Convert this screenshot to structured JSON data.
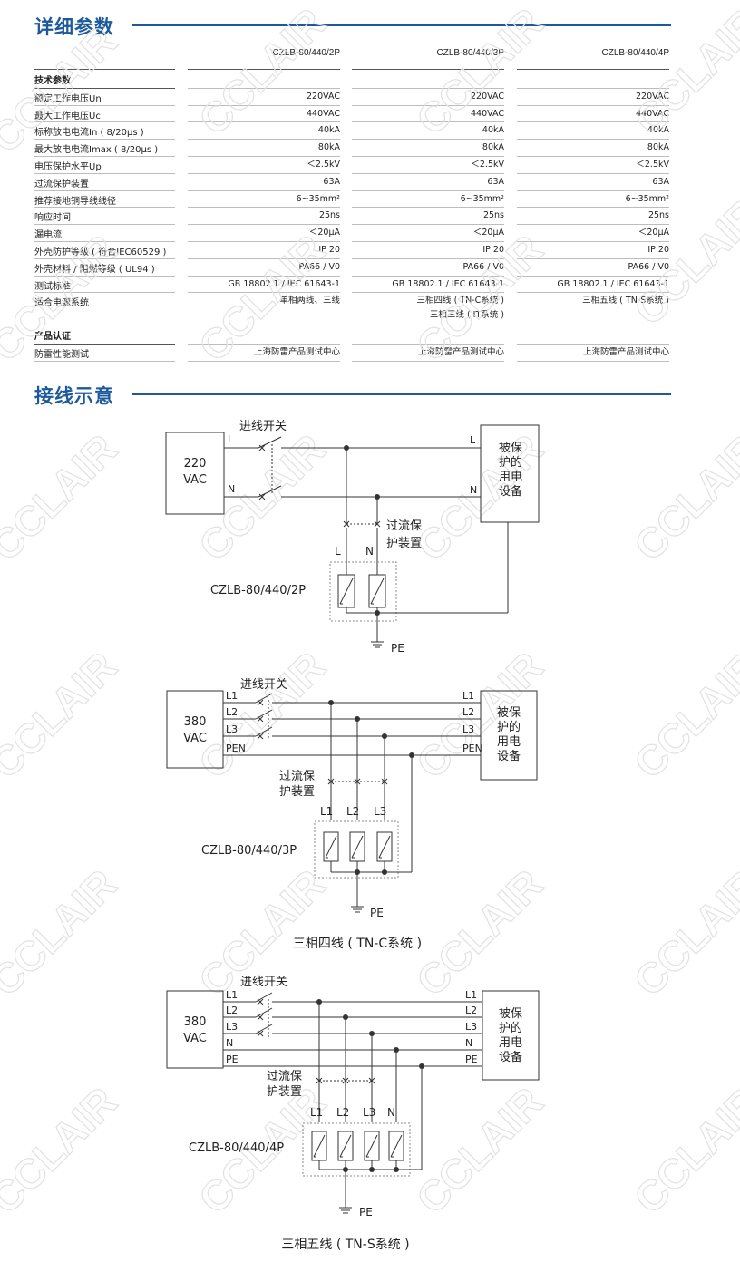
{
  "watermark": "CCLAIR",
  "section1": {
    "title": "详细参数"
  },
  "section2": {
    "title": "接线示意"
  },
  "columns": [
    "CZLB-80/440/2P",
    "CZLB-80/440/3P",
    "CZLB-80/440/4P"
  ],
  "groups": [
    {
      "heading": "技术参数",
      "rows": [
        {
          "label": "额定工作电压Un",
          "values": [
            "220VAC",
            "220VAC",
            "220VAC"
          ]
        },
        {
          "label": "最大工作电压Uc",
          "values": [
            "440VAC",
            "440VAC",
            "440VAC"
          ]
        },
        {
          "label": "标称放电电流In ( 8/20μs )",
          "values": [
            "40kA",
            "40kA",
            "40kA"
          ]
        },
        {
          "label": "最大放电电流Imax ( 8/20μs )",
          "values": [
            "80kA",
            "80kA",
            "80kA"
          ]
        },
        {
          "label": "电压保护水平Up",
          "values": [
            "＜2.5kV",
            "＜2.5kV",
            "＜2.5kV"
          ]
        },
        {
          "label": "过流保护装置",
          "values": [
            "63A",
            "63A",
            "63A"
          ]
        },
        {
          "label": "推荐接地铜导线线径",
          "values": [
            "6~35mm²",
            "6~35mm²",
            "6~35mm²"
          ]
        },
        {
          "label": "响应时间",
          "values": [
            "25ns",
            "25ns",
            "25ns"
          ]
        },
        {
          "label": "漏电流",
          "values": [
            "＜20μA",
            "＜20μA",
            "＜20μA"
          ]
        },
        {
          "label": "外壳防护等级 ( 符合IEC60529 )",
          "values": [
            "IP 20",
            "IP 20",
            "IP 20"
          ]
        },
        {
          "label": "外壳材料 / 阻燃等级 ( UL94 )",
          "values": [
            "PA66 / V0",
            "PA66 / V0",
            "PA66 / V0"
          ]
        },
        {
          "label": "测试标准",
          "values": [
            "GB 18802.1 / IEC 61643-1",
            "GB 18802.1 / IEC 61643-1",
            "GB 18802.1 / IEC 61643-1"
          ]
        },
        {
          "label": "适合电源系统",
          "values": [
            "单相两线、三线",
            "三相四线 ( TN-C系统 )\n三相三线 ( IT系统 )",
            "三相五线 ( TN-S系统 )"
          ]
        }
      ]
    },
    {
      "heading": "产品认证",
      "rows": [
        {
          "label": "防雷性能测试",
          "values": [
            "上海防雷产品测试中心",
            "上海防雷产品测试中心",
            "上海防雷产品测试中心"
          ]
        }
      ]
    }
  ],
  "diagram1": {
    "source": [
      "220",
      "VAC"
    ],
    "switch_label": "进线开关",
    "lines": [
      "L",
      "N"
    ],
    "ocp_label": [
      "过流保",
      "护装置"
    ],
    "device": [
      "被保",
      "护的",
      "用电",
      "设备"
    ],
    "model": "CZLB-80/440/2P",
    "pe": "PE",
    "caption": ""
  },
  "diagram2": {
    "source": [
      "380",
      "VAC"
    ],
    "switch_label": "进线开关",
    "lines": [
      "L1",
      "L2",
      "L3",
      "PEN"
    ],
    "spd_labels": [
      "L1",
      "L2",
      "L3"
    ],
    "ocp_label": [
      "过流保",
      "护装置"
    ],
    "device": [
      "被保",
      "护的",
      "用电",
      "设备"
    ],
    "model": "CZLB-80/440/3P",
    "pe": "PE",
    "caption": "三相四线 ( TN-C系统 )"
  },
  "diagram3": {
    "source": [
      "380",
      "VAC"
    ],
    "switch_label": "进线开关",
    "lines": [
      "L1",
      "L2",
      "L3",
      "N",
      "PE"
    ],
    "spd_labels": [
      "L1",
      "L2",
      "L3",
      "N"
    ],
    "ocp_label": [
      "过流保",
      "护装置"
    ],
    "device": [
      "被保",
      "护的",
      "用电",
      "设备"
    ],
    "model": "CZLB-80/440/4P",
    "pe": "PE",
    "caption": "三相五线 ( TN-S系统 )"
  },
  "colors": {
    "accent": "#1d5a9c",
    "line": "#333333",
    "rule": "#bdbdbd"
  }
}
